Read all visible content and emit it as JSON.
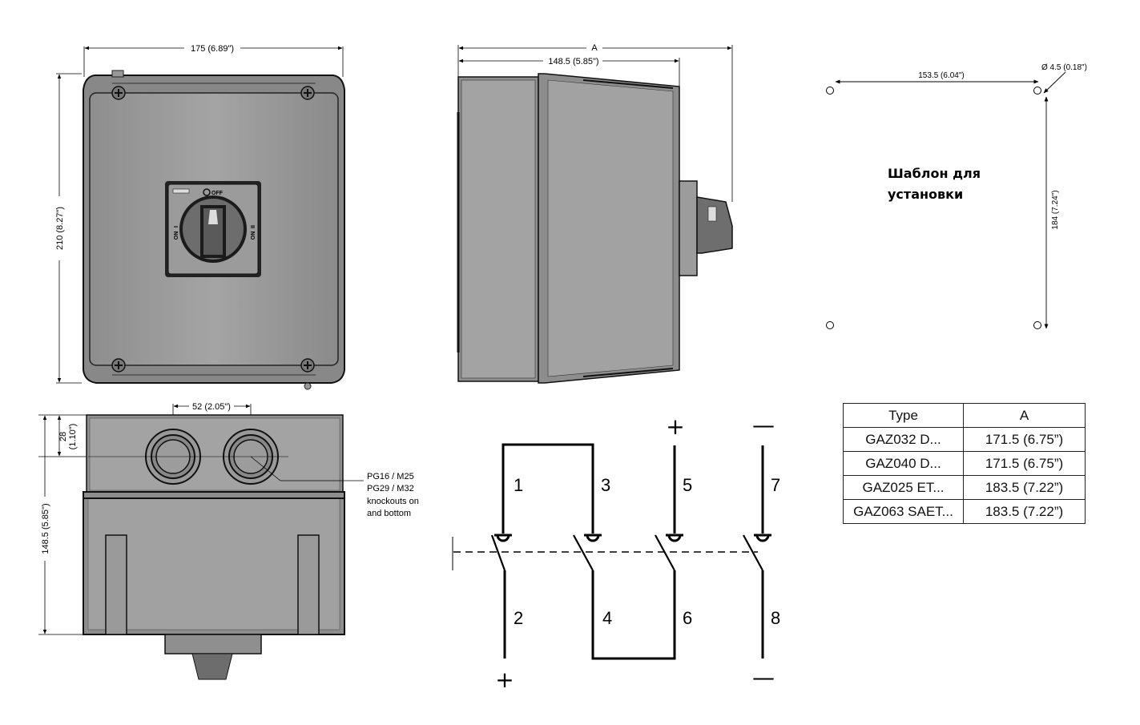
{
  "dimensions": {
    "front_width": "175 (6.89\")",
    "front_height": "210 (8.27\")",
    "side_overall": "A",
    "side_depth": "148.5 (5.85\")",
    "bottom_spacing": "52 (2.05\")",
    "bottom_offset_mm": "28",
    "bottom_offset_in": "(1.10\")",
    "bottom_depth": "148.5 (5.85\")"
  },
  "switch_labels": {
    "off": "OFF",
    "pos1_num": "I",
    "pos1_on": "ON",
    "pos2_num": "II",
    "pos2_on": "ON"
  },
  "knockout_note": [
    "PG16 / M25",
    "PG29 / M32",
    "knockouts on",
    "and bottom"
  ],
  "mounting": {
    "hole_diameter": "Ø 4.5 (0.18\")",
    "horizontal": "153.5 (6.04\")",
    "vertical": "184 (7.24\")",
    "caption_line1": "Шаблон для",
    "caption_line2": "установки"
  },
  "wiring": {
    "terminals": [
      "1",
      "3",
      "5",
      "7",
      "2",
      "4",
      "6",
      "8"
    ],
    "plus": "+",
    "minus": "—"
  },
  "table": {
    "headers": [
      "Type",
      "A"
    ],
    "rows": [
      [
        "GAZ032 D...",
        "171.5 (6.75”)"
      ],
      [
        "GAZ040 D...",
        "171.5 (6.75”)"
      ],
      [
        "GAZ025 ET...",
        "183.5 (7.22”)"
      ],
      [
        "GAZ063 SAET...",
        "183.5 (7.22”)"
      ]
    ]
  }
}
